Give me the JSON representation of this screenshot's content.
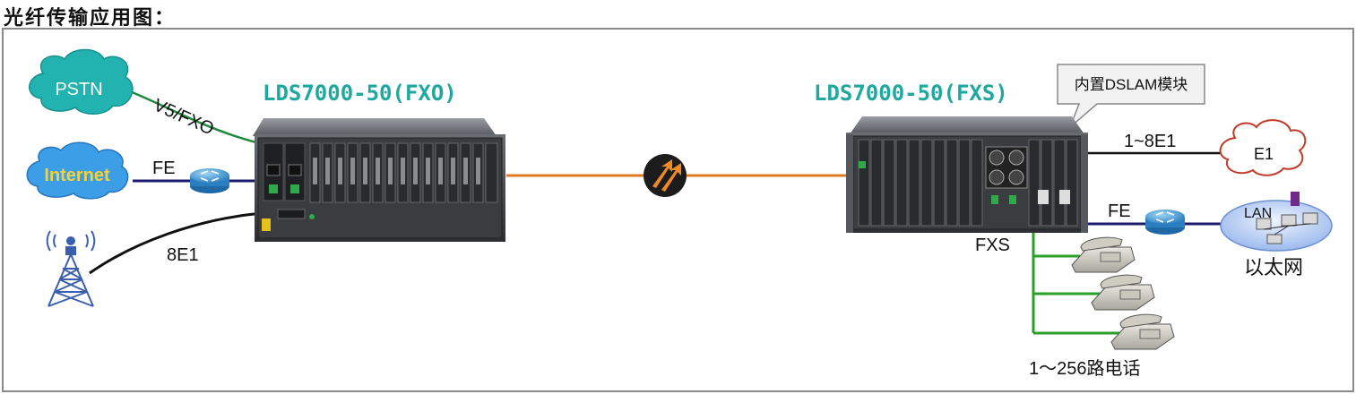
{
  "heading": "光纤传输应用图：",
  "left_device": {
    "title": "LDS7000-50(FXO)"
  },
  "right_device": {
    "title": "LDS7000-50(FXS)",
    "callout": "内置DSLAM模块"
  },
  "left_side": {
    "cloud_pstn": "PSTN",
    "link_pstn": "V5/FXO",
    "cloud_internet": "Internet",
    "link_internet": "FE",
    "link_tower": "8E1"
  },
  "right_side": {
    "link_e1": "1~8E1",
    "cloud_e1": "E1",
    "link_fe": "FE",
    "lan_label": "LAN",
    "lan_caption": "以太网",
    "fxs_label": "FXS",
    "phones_caption": "1～256路电话"
  },
  "colors": {
    "title_teal": "#1fa8a0",
    "pstn_link": "#1d8a3c",
    "internet_link": "#1c1c6e",
    "fiber": "#e07820",
    "phone_link": "#2aa02a",
    "cloud_teal": "#22b3b0",
    "cloud_blue": "#3d9ee8"
  },
  "icons": [
    "cloud-pstn-icon",
    "cloud-internet-icon",
    "router-icon",
    "radio-tower-icon",
    "fiber-converter-icon",
    "cloud-e1-icon",
    "lan-network-icon",
    "telephone-icon"
  ]
}
